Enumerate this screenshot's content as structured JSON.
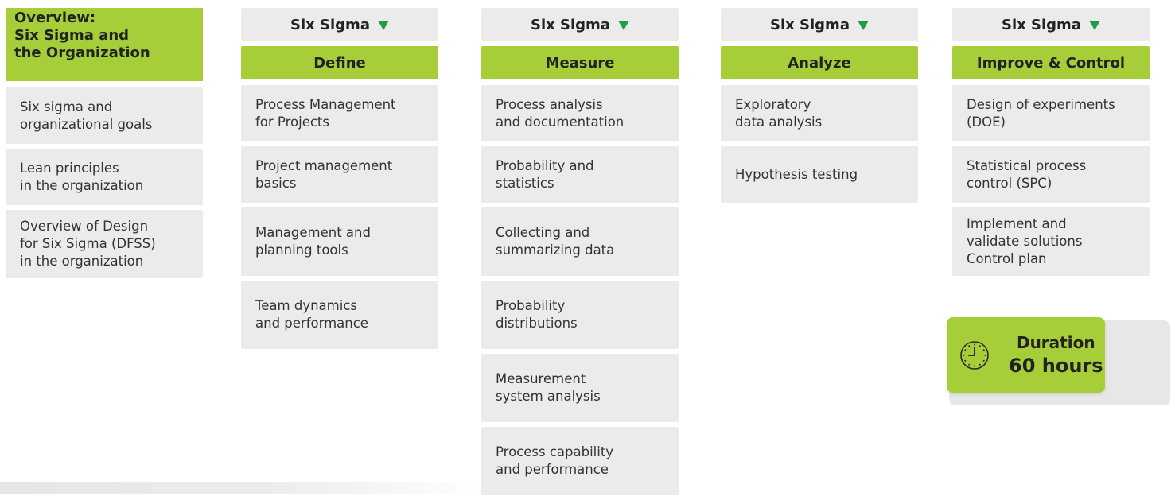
{
  "overview": {
    "title": "Overview:\nSix Sigma and\nthe Organization",
    "items": [
      "Six sigma and\norganizational goals",
      "Lean principles\nin the organization",
      "Overview of Design\nfor Six Sigma (DFSS)\nin the organization"
    ]
  },
  "define": {
    "tab": "Six Sigma",
    "title": "Define",
    "items": [
      "Process Management\nfor Projects",
      "Project management\nbasics",
      "Management and\nplanning tools",
      "Team dynamics\nand performance"
    ]
  },
  "measure": {
    "tab": "Six Sigma",
    "title": "Measure",
    "items": [
      "Process analysis\nand documentation",
      "Probability and\nstatistics",
      "Collecting and\nsummarizing data",
      "Probability\ndistributions",
      "Measurement\nsystem analysis",
      "Process capability\nand performance"
    ]
  },
  "analyze": {
    "tab": "Six Sigma",
    "title": "Analyze",
    "items": [
      "Exploratory\ndata analysis",
      "Hypothesis testing"
    ]
  },
  "improve": {
    "tab": "Six Sigma",
    "title": "Improve & Control",
    "items": [
      "Design of experiments\n(DOE)",
      "Statistical process\ncontrol (SPC)",
      "Implement and\nvalidate solutions\nControl plan"
    ]
  },
  "duration": {
    "label": "Duration",
    "value": "60 hours"
  },
  "icons": {
    "tab_arrow": "down-triangle-icon",
    "duration": "clock-icon"
  },
  "colors": {
    "header_green": "#a6ce39",
    "card_gray": "#ebebeb",
    "arrow_green": "#1f9d4a"
  }
}
